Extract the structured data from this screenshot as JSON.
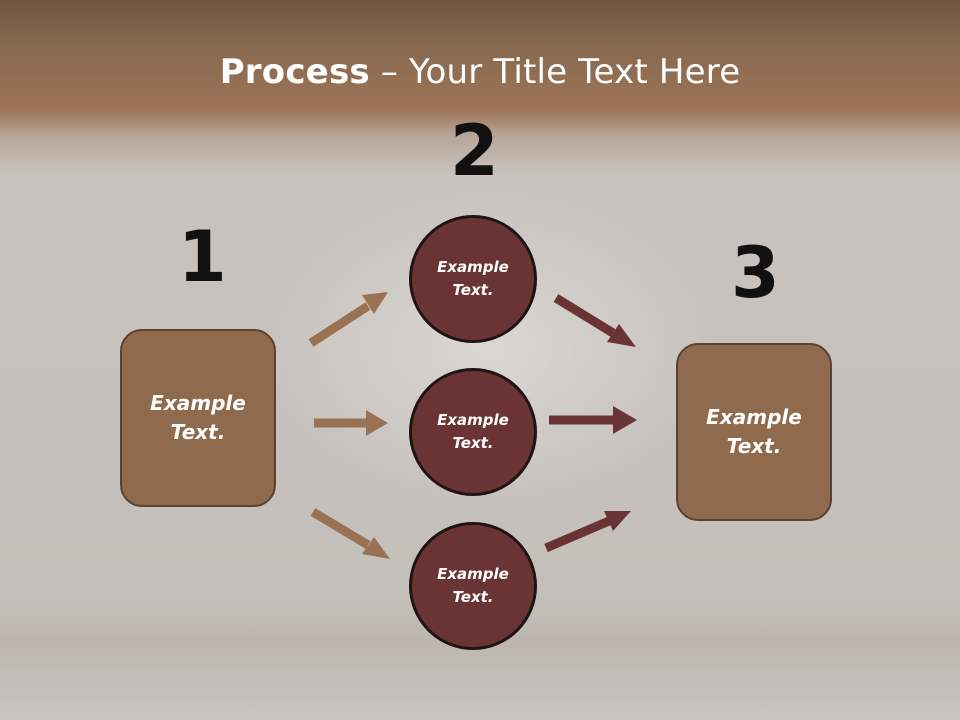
{
  "slide": {
    "title_bold": "Process",
    "title_rest": " – Your Title Text Here"
  },
  "steps": {
    "step1_number": "1",
    "step2_number": "2",
    "step3_number": "3"
  },
  "nodes": {
    "start_box": {
      "line1": "Example",
      "line2": "Text."
    },
    "circle_top": {
      "line1": "Example",
      "line2": "Text."
    },
    "circle_middle": {
      "line1": "Example",
      "line2": "Text."
    },
    "circle_bottom": {
      "line1": "Example",
      "line2": "Text."
    },
    "end_box": {
      "line1": "Example",
      "line2": "Text."
    }
  },
  "colors": {
    "box_fill": "#8f6a4c",
    "circle_fill": "#6b3434",
    "arrow_left": "#9a7152",
    "arrow_right": "#6b3434"
  }
}
